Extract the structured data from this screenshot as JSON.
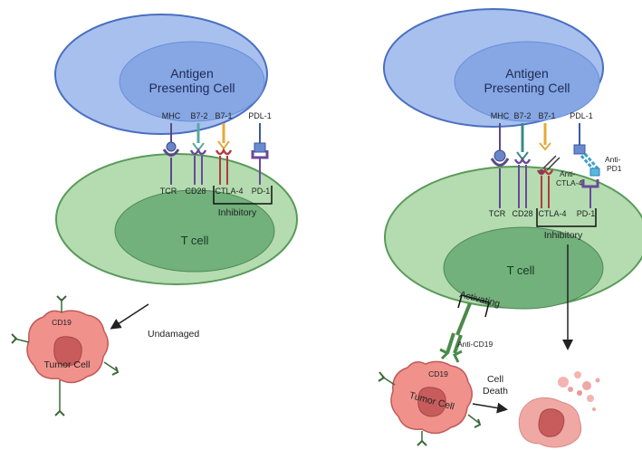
{
  "left_panel": {
    "apc_label_line1": "Antigen",
    "apc_label_line2": "Presenting Cell",
    "ligands": {
      "mhc": "MHC",
      "b72": "B7-2",
      "b71": "B7-1",
      "pdl1": "PDL-1"
    },
    "receptors": {
      "tcr": "TCR",
      "cd28": "CD28",
      "ctla4": "CTLA-4",
      "pd1": "PD-1"
    },
    "inhibitory": "Inhibitory",
    "tcell_label": "T cell",
    "tumor_marker": "CD19",
    "tumor_label": "Tumor Cell",
    "outcome": "Undamaged"
  },
  "right_panel": {
    "apc_label_line1": "Antigen",
    "apc_label_line2": "Presenting Cell",
    "ligands": {
      "mhc": "MHC",
      "b72": "B7-2",
      "b71": "B7-1",
      "pdl1": "PDL-1"
    },
    "receptors": {
      "tcr": "TCR",
      "cd28": "CD28",
      "ctla4": "CTLA-4",
      "pd1": "PD-1"
    },
    "anti_ctla4_line1": "Anti-",
    "anti_ctla4_line2": "CTLA-4",
    "anti_pd1_line1": "Anti-",
    "anti_pd1_line2": "PD1",
    "inhibitory": "Inhibitory",
    "tcell_label": "T cell",
    "activating": "Activating",
    "anti_cd19": "Anti-CD19",
    "tumor_marker": "CD19",
    "tumor_label": "Tumor Cell",
    "outcome_line1": "Cell",
    "outcome_line2": "Death"
  },
  "colors": {
    "apc_outer": "#9db8ea",
    "apc_inner": "#7a9de0",
    "tcell_outer": "#a9d3a6",
    "tcell_inner": "#6fb07a",
    "tumor": "#ee8a86",
    "tumor_nucleus": "#c65a5a",
    "mhc_receptor": "#5a4a8a",
    "b72": "#5aa8a0",
    "b71": "#e6a83a",
    "ctla4": "#b43a3a",
    "pd1": "#6a4a9a",
    "antibody": "#3aa0d0",
    "anti_cd19": "#4a8a4a"
  }
}
